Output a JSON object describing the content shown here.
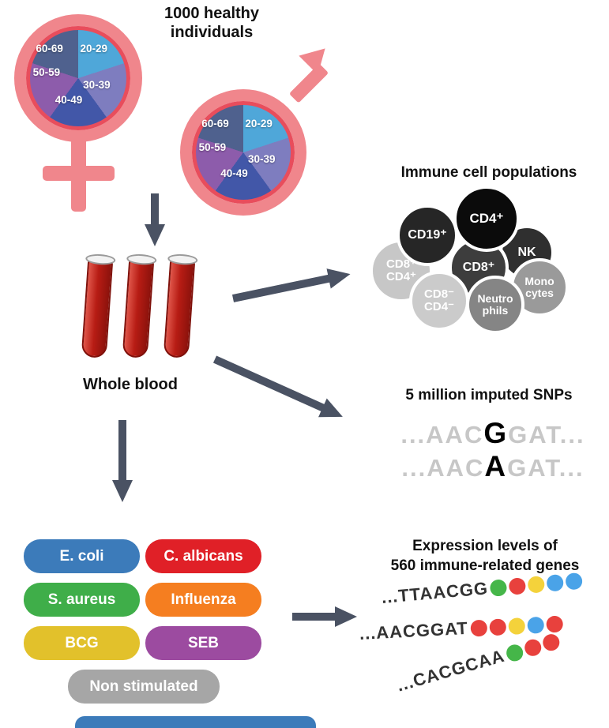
{
  "demographics": {
    "title": "1000 healthy\nindividuals",
    "age_segments": [
      {
        "label": "20-29",
        "color": "#4fa7d9"
      },
      {
        "label": "30-39",
        "color": "#7e7dbf"
      },
      {
        "label": "40-49",
        "color": "#4257a8"
      },
      {
        "label": "50-59",
        "color": "#8d5cab"
      },
      {
        "label": "60-69",
        "color": "#4f618e"
      }
    ],
    "symbol_color": "#f0868c",
    "pie_rim_color": "#e84d5c"
  },
  "blood": {
    "label": "Whole blood",
    "color": "#b71c14"
  },
  "immune": {
    "title": "Immune cell populations",
    "cells": [
      {
        "label": "CD19⁺",
        "color": "#262626"
      },
      {
        "label": "CD4⁺",
        "color": "#0b0b0b"
      },
      {
        "label": "NK",
        "color": "#2f2f2f"
      },
      {
        "label": "CD8⁺",
        "color": "#3d3d3d"
      },
      {
        "label": "CD8⁺\nCD4⁺",
        "color": "#c7c7c7"
      },
      {
        "label": "Mono\ncytes",
        "color": "#9a9a9a"
      },
      {
        "label": "Neutro\nphils",
        "color": "#858585"
      },
      {
        "label": "CD8⁻\nCD4⁻",
        "color": "#cbcbcb"
      }
    ]
  },
  "snps": {
    "title": "5 million imputed SNPs",
    "alleles": [
      {
        "prefix": "...AAC",
        "variant": "G",
        "suffix": "GAT..."
      },
      {
        "prefix": "...AAC",
        "variant": "A",
        "suffix": "GAT..."
      }
    ]
  },
  "stimuli": {
    "items": [
      {
        "label": "E. coli",
        "color": "#3c7bba"
      },
      {
        "label": "C. albicans",
        "color": "#e02027"
      },
      {
        "label": "S. aureus",
        "color": "#3fae49"
      },
      {
        "label": "Influenza",
        "color": "#f57e20"
      },
      {
        "label": "BCG",
        "color": "#e2c12b"
      },
      {
        "label": "SEB",
        "color": "#9c4ba0"
      },
      {
        "label": "Non stimulated",
        "color": "#a6a6a6"
      }
    ],
    "partial_bar_color": "#3c7bba"
  },
  "expression": {
    "title": "Expression levels of\n560 immune-related genes",
    "rows": [
      {
        "sequence": "...TTAACGG",
        "dots": [
          "#45b649",
          "#e8413d",
          "#f4d23b",
          "#4aa3e8",
          "#4aa3e8"
        ]
      },
      {
        "sequence": "...AACGGAT",
        "dots": [
          "#e8413d",
          "#e8413d",
          "#f4d23b",
          "#4aa3e8",
          "#e8413d"
        ]
      },
      {
        "sequence": "...CACGCAA",
        "dots": [
          "#45b649",
          "#e8413d",
          "#e8413d"
        ]
      }
    ]
  },
  "arrow_color": "#4a5263"
}
